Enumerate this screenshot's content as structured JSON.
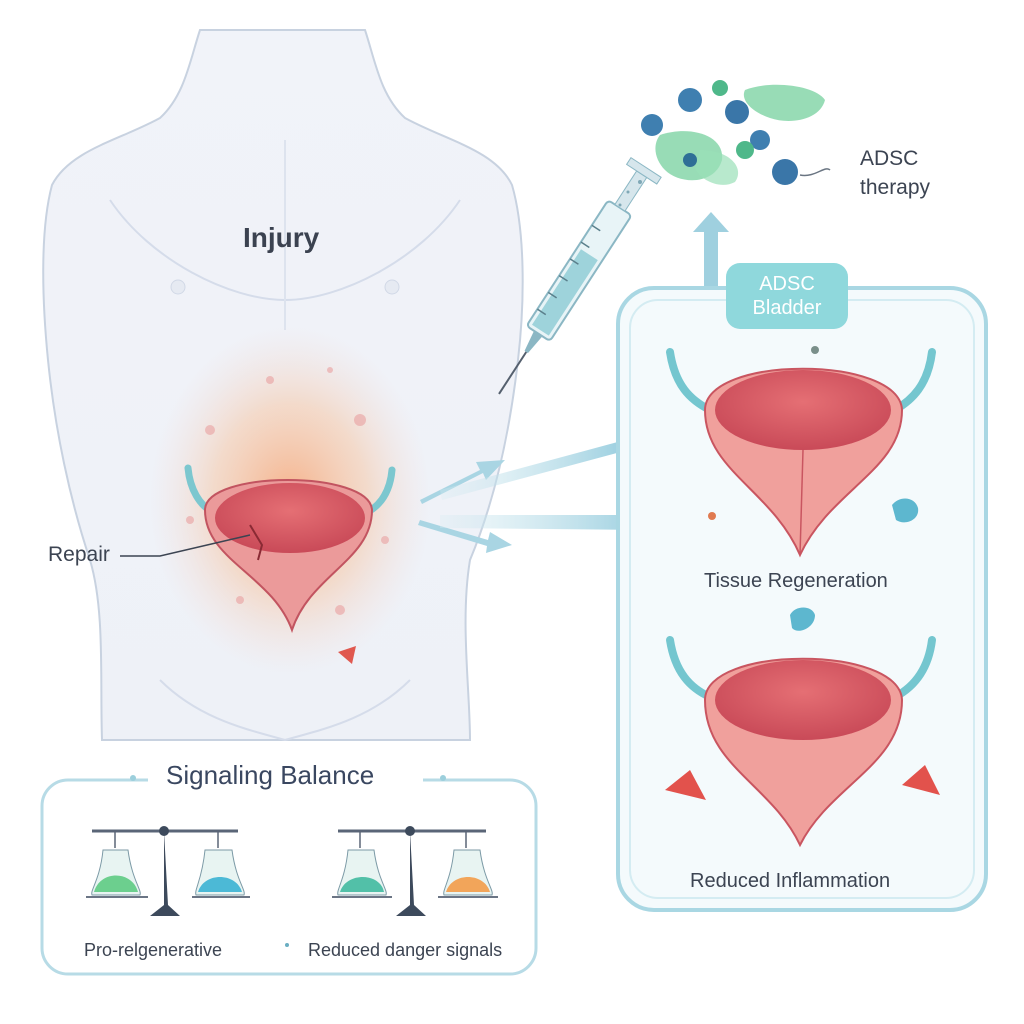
{
  "labels": {
    "injury": "Injury",
    "repair": "Repair",
    "therapy_line1": "ADSC",
    "therapy_line2": "therapy",
    "bladder_badge_line1": "ADSC",
    "bladder_badge_line2": "Bladder",
    "tissue_regeneration": "Tissue Regeneration",
    "reduced_inflammation": "Reduced Inflammation",
    "signaling_balance": "Signaling Balance",
    "pro_regenerative": "Pro-relgenerative",
    "reduced_danger": "Reduced danger signals"
  },
  "colors": {
    "outline": "#c8d2e0",
    "panel_border": "#a9d7e3",
    "teal": "#6ec9cf",
    "bladder_red": "#d9606a",
    "inflammation_glow": "#f5b98a",
    "green_cell": "#7dd3a0",
    "blue_cell": "#3f7fb0"
  },
  "icons": [
    "syringe-icon",
    "stem-cell-cluster-icon",
    "balance-scale-icon",
    "flask-icon",
    "arrow-icon"
  ]
}
